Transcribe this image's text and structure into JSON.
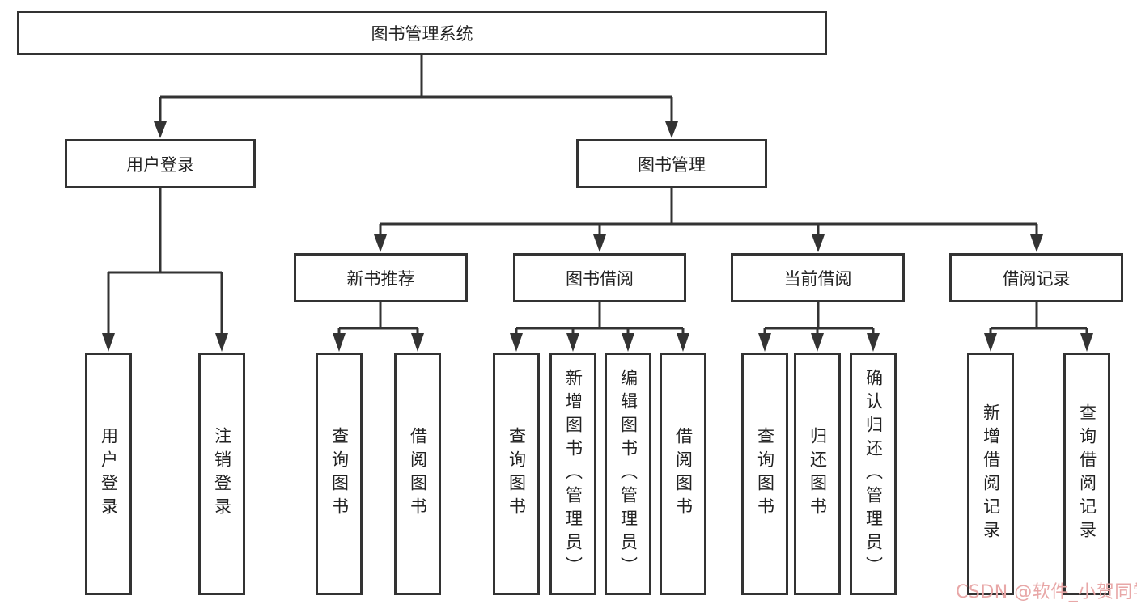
{
  "diagram": {
    "title": "图书管理系统",
    "colors": {
      "line": "#333333",
      "box_border": "#333333",
      "text": "#222222",
      "background": "#ffffff",
      "watermark": "#e8a7a7"
    },
    "nodes": {
      "root": {
        "label": "图书管理系统"
      },
      "user_login": {
        "label": "用户登录"
      },
      "book_management": {
        "label": "图书管理"
      },
      "new_book_rec": {
        "label": "新书推荐"
      },
      "book_borrow": {
        "label": "图书借阅"
      },
      "current_borrow": {
        "label": "当前借阅"
      },
      "borrow_records": {
        "label": "借阅记录"
      },
      "leaf_user_login": {
        "label": "用户登录"
      },
      "leaf_logout": {
        "label": "注销登录"
      },
      "leaf_query_book_1": {
        "label": "查询图书"
      },
      "leaf_borrow_book_1": {
        "label": "借阅图书"
      },
      "leaf_query_book_2": {
        "label": "查询图书"
      },
      "leaf_add_book": {
        "label": "新增图书（管理员）"
      },
      "leaf_edit_book": {
        "label": "编辑图书（管理员）"
      },
      "leaf_borrow_book_2": {
        "label": "借阅图书"
      },
      "leaf_query_book_3": {
        "label": "查询图书"
      },
      "leaf_return_book": {
        "label": "归还图书"
      },
      "leaf_confirm_return": {
        "label": "确认归还（管理员）"
      },
      "leaf_add_record": {
        "label": "新增借阅记录"
      },
      "leaf_query_record": {
        "label": "查询借阅记录"
      }
    },
    "edges": [
      {
        "from": "root",
        "to": "user_login"
      },
      {
        "from": "root",
        "to": "book_management"
      },
      {
        "from": "user_login",
        "to": "leaf_user_login"
      },
      {
        "from": "user_login",
        "to": "leaf_logout"
      },
      {
        "from": "book_management",
        "to": "new_book_rec"
      },
      {
        "from": "book_management",
        "to": "book_borrow"
      },
      {
        "from": "book_management",
        "to": "current_borrow"
      },
      {
        "from": "book_management",
        "to": "borrow_records"
      },
      {
        "from": "new_book_rec",
        "to": "leaf_query_book_1"
      },
      {
        "from": "new_book_rec",
        "to": "leaf_borrow_book_1"
      },
      {
        "from": "book_borrow",
        "to": "leaf_query_book_2"
      },
      {
        "from": "book_borrow",
        "to": "leaf_add_book"
      },
      {
        "from": "book_borrow",
        "to": "leaf_edit_book"
      },
      {
        "from": "book_borrow",
        "to": "leaf_borrow_book_2"
      },
      {
        "from": "current_borrow",
        "to": "leaf_query_book_3"
      },
      {
        "from": "current_borrow",
        "to": "leaf_return_book"
      },
      {
        "from": "current_borrow",
        "to": "leaf_confirm_return"
      },
      {
        "from": "borrow_records",
        "to": "leaf_add_record"
      },
      {
        "from": "borrow_records",
        "to": "leaf_query_record"
      }
    ]
  },
  "watermark": {
    "text": "CSDN @软件_小贺同学"
  }
}
